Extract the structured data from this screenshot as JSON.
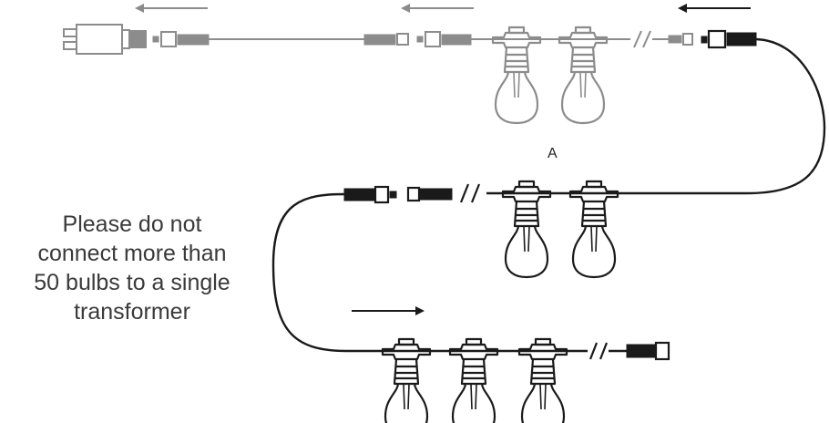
{
  "note": {
    "lines": [
      "Please do not",
      "connect more than",
      "50 bulbs to a single",
      "transformer"
    ]
  },
  "marker_a": "A",
  "colors": {
    "active": "#1a1a1a",
    "faded": "#8c8c8c"
  },
  "icons": [
    "transformer-plug-icon",
    "bulb-socket-icon",
    "connector-icon",
    "direction-arrow-icon",
    "break-mark-icon"
  ]
}
